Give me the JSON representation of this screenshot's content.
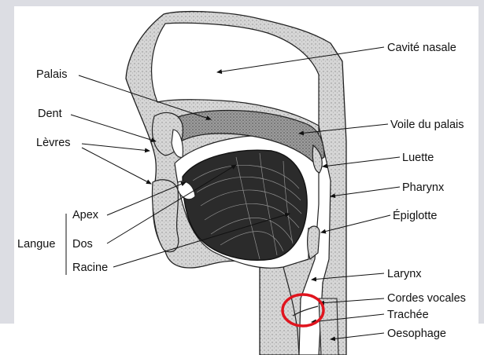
{
  "figure": {
    "labels": {
      "cavite_nasale": "Cavité nasale",
      "palais": "Palais",
      "dent": "Dent",
      "levres": "Lèvres",
      "voile_du_palais": "Voile du palais",
      "luette": "Luette",
      "pharynx": "Pharynx",
      "epiglotte": "Épiglotte",
      "langue": "Langue",
      "apex": "Apex",
      "dos": "Dos",
      "racine": "Racine",
      "larynx": "Larynx",
      "cordes_vocales": "Cordes vocales",
      "trachee": "Trachée",
      "oesophage": "Oesophage"
    }
  },
  "colors": {
    "background": "#dcdde3",
    "panel": "#ffffff",
    "stipple": "#d3d3d3",
    "ink": "#111111",
    "highlight_circle": "#e0141e"
  }
}
